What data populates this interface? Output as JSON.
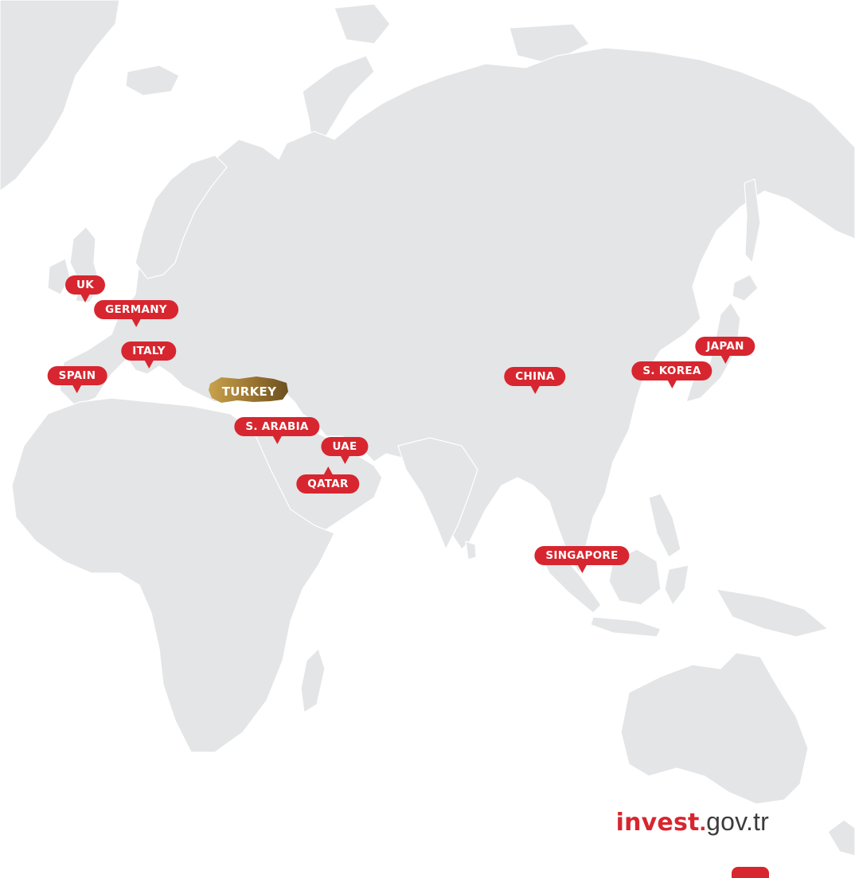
{
  "map": {
    "highlight": {
      "name": "TURKEY",
      "color": "#a07a2c"
    },
    "pins": [
      {
        "id": "uk",
        "label": "UK"
      },
      {
        "id": "germany",
        "label": "GERMANY"
      },
      {
        "id": "italy",
        "label": "ITALY"
      },
      {
        "id": "spain",
        "label": "SPAIN"
      },
      {
        "id": "s-arabia",
        "label": "S. ARABIA"
      },
      {
        "id": "uae",
        "label": "UAE"
      },
      {
        "id": "qatar",
        "label": "QATAR"
      },
      {
        "id": "china",
        "label": "CHINA"
      },
      {
        "id": "s-korea",
        "label": "S. KOREA"
      },
      {
        "id": "japan",
        "label": "JAPAN"
      },
      {
        "id": "singapore",
        "label": "SINGAPORE"
      }
    ],
    "pin_color": "#d7262f",
    "land_color": "#e4e5e7"
  },
  "brand": {
    "part1": "invest",
    "dot": ".",
    "part2": "gov.tr"
  }
}
